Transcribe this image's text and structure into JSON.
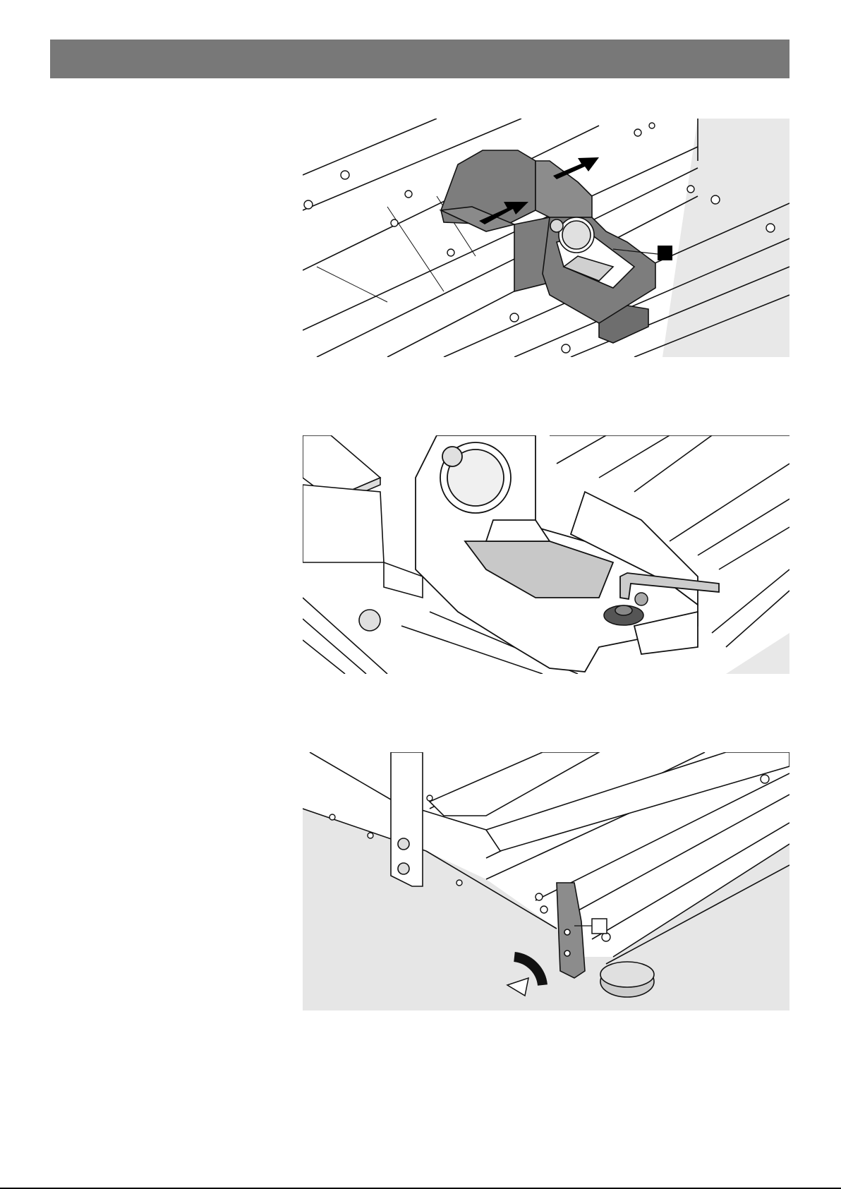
{
  "header": {
    "color": "#787878"
  },
  "figures": [
    {
      "name": "figure-1",
      "callout": "filled-square"
    },
    {
      "name": "figure-2",
      "callout": "none"
    },
    {
      "name": "figure-3",
      "callout": "open-square"
    }
  ],
  "colors": {
    "machine_dark": "#808080",
    "machine_light": "#e6e6e6",
    "shade": "#c8c8c8",
    "line": "#111111"
  }
}
